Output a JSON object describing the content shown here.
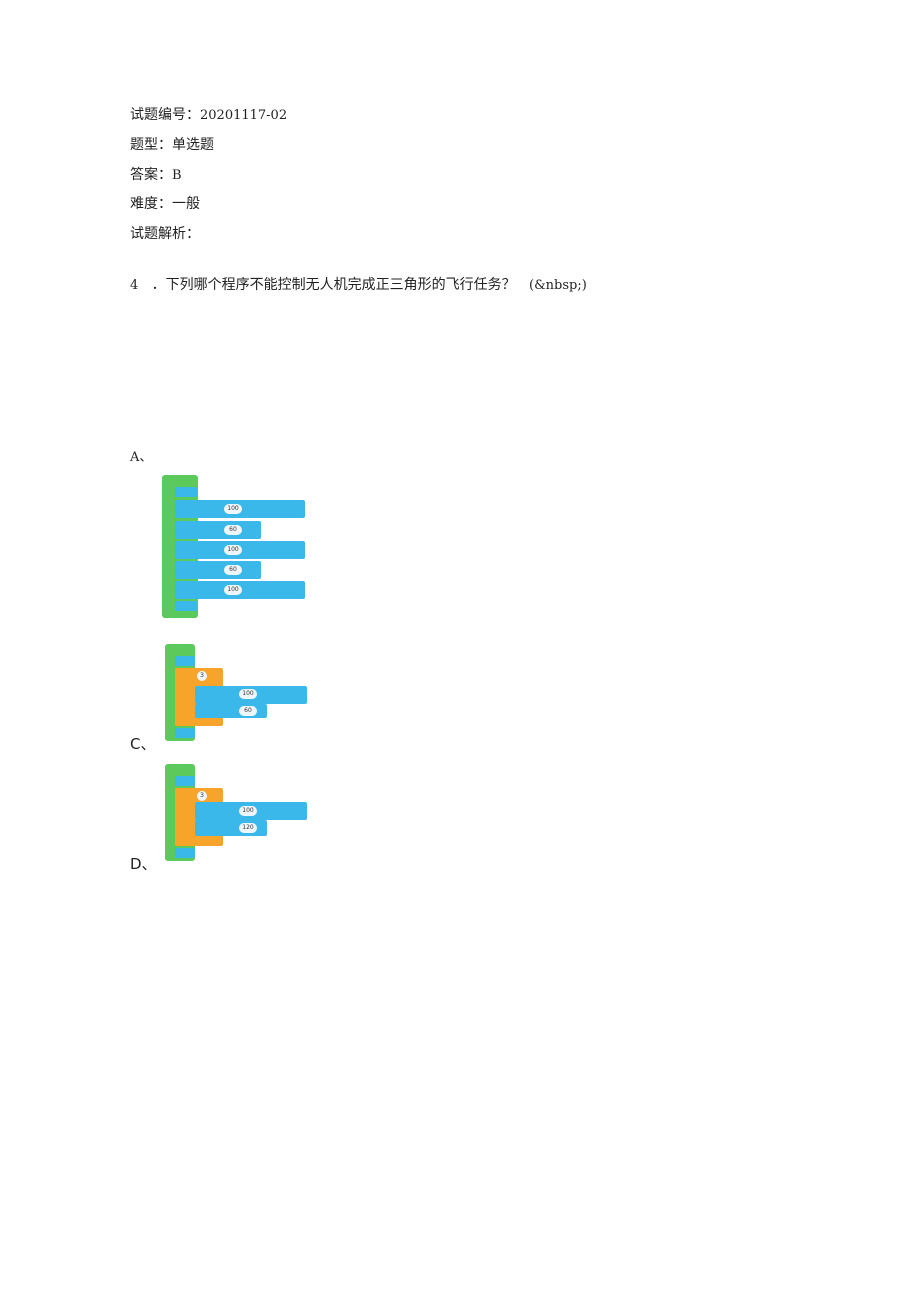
{
  "meta": [
    {
      "label": "试题编号：",
      "value": "20201117-02"
    },
    {
      "label": "题型：",
      "value": "单选题"
    },
    {
      "label": "答案：",
      "value": "B"
    },
    {
      "label": "难度：",
      "value": "一般"
    },
    {
      "label": "试题解析：",
      "value": ""
    }
  ],
  "question": {
    "number": "4",
    "text": "．下列哪个程序不能控制无人机完成正三角形的飞行任务？",
    "suffix": "(&nbsp;)"
  },
  "options": {
    "A": {
      "label": "A、",
      "values": [
        "100",
        "60",
        "100",
        "60",
        "100"
      ]
    },
    "C": {
      "label": "C、",
      "repeat": "3",
      "values": [
        "100",
        "60"
      ]
    },
    "D": {
      "label": "D、",
      "repeat": "3",
      "values": [
        "100",
        "120"
      ]
    }
  },
  "colors": {
    "start": "#5cc95c",
    "motion": "#3bb8ea",
    "loop": "#f7a52a"
  }
}
